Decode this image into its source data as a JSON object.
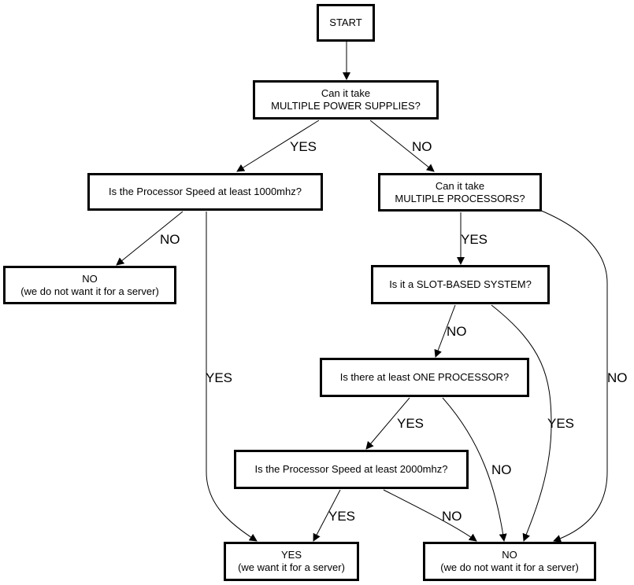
{
  "nodes": {
    "start": {
      "lines": [
        "START"
      ]
    },
    "power": {
      "lines": [
        "Can it take",
        "MULTIPLE POWER SUPPLIES?"
      ]
    },
    "speed1000": {
      "lines": [
        "Is the Processor Speed at least 1000mhz?"
      ]
    },
    "multiproc": {
      "lines": [
        "Can it take",
        "MULTIPLE PROCESSORS?"
      ]
    },
    "no_left": {
      "lines": [
        "NO",
        "(we do not want it for a server)"
      ]
    },
    "slot": {
      "lines": [
        "Is it a SLOT-BASED SYSTEM?"
      ]
    },
    "oneproc": {
      "lines": [
        "Is there at least ONE PROCESSOR?"
      ]
    },
    "speed2000": {
      "lines": [
        "Is the Processor Speed at least 2000mhz?"
      ]
    },
    "yes_server": {
      "lines": [
        "YES",
        "(we want it for a server)"
      ]
    },
    "no_server": {
      "lines": [
        "NO",
        "(we do not want it for a server)"
      ]
    }
  },
  "edges": [
    {
      "from": "start",
      "to": "power",
      "label": ""
    },
    {
      "from": "power",
      "to": "speed1000",
      "label": "YES"
    },
    {
      "from": "power",
      "to": "multiproc",
      "label": "NO"
    },
    {
      "from": "speed1000",
      "to": "no_left",
      "label": "NO"
    },
    {
      "from": "speed1000",
      "to": "yes_server",
      "label": "YES"
    },
    {
      "from": "multiproc",
      "to": "slot",
      "label": "YES"
    },
    {
      "from": "multiproc",
      "to": "no_server",
      "label": "NO"
    },
    {
      "from": "slot",
      "to": "oneproc",
      "label": "NO"
    },
    {
      "from": "slot",
      "to": "no_server",
      "label": "YES"
    },
    {
      "from": "oneproc",
      "to": "speed2000",
      "label": "YES"
    },
    {
      "from": "oneproc",
      "to": "no_server",
      "label": "NO"
    },
    {
      "from": "speed2000",
      "to": "yes_server",
      "label": "YES"
    },
    {
      "from": "speed2000",
      "to": "no_server",
      "label": "NO"
    }
  ]
}
